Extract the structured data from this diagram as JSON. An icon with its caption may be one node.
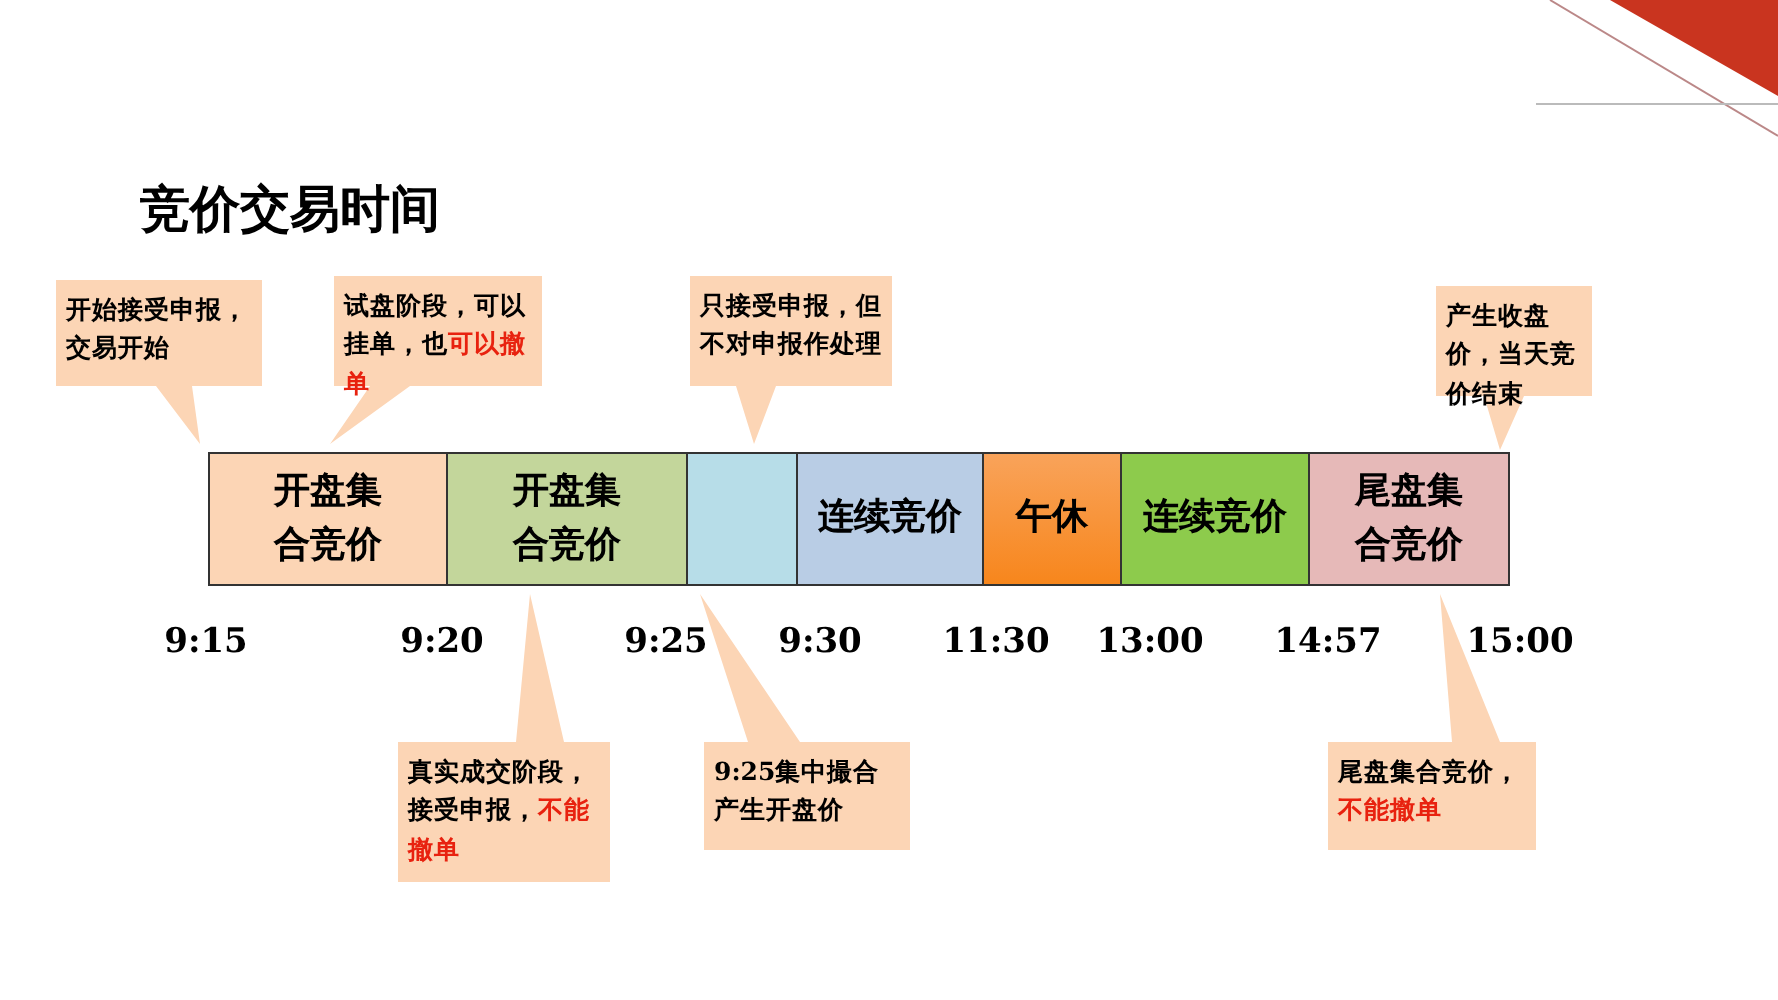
{
  "diagram": {
    "title": "竞价交易时间",
    "nodes": [
      {
        "text": [
          "开盘集合竞价"
        ]
      },
      {
        "text": [
          "开盘集合竞价"
        ]
      },
      {
        "text": [],
        "shape": "box"
      },
      {
        "text": [
          "连续竞价"
        ]
      },
      {
        "text": [
          "午休"
        ]
      },
      {
        "text": [
          "连续竞价"
        ]
      },
      {
        "text": [
          "尾盘集合竞价"
        ]
      },
      {
        "text": [
          "开始接受申报，交易开始"
        ]
      },
      {
        "text": [
          "试盘阶段，可以挂单，也",
          "可以撤单"
        ]
      },
      {
        "text": [
          "只接受申报，但不对申报作处理"
        ]
      },
      {
        "text": [
          "产生收盘价，当天竞价结束"
        ]
      },
      {
        "text": [
          "真实成交阶段，接受申报，",
          "不能撤单"
        ]
      },
      {
        "text": [
          "9:25集中撮合产生开盘价"
        ]
      },
      {
        "text": [
          "尾盘集合竞价，",
          "不能撤单"
        ]
      }
    ],
    "labels": [
      "9:15",
      "9:20",
      "9:25",
      "9:30",
      "11:30",
      "13:00",
      "14:57",
      "15:00"
    ]
  }
}
